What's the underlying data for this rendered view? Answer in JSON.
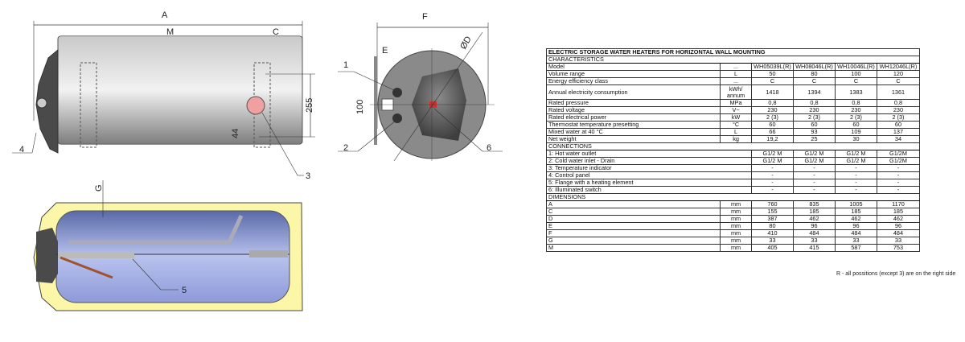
{
  "drawing": {
    "labels": {
      "A": "A",
      "M": "M",
      "C": "C",
      "dim255": "255",
      "dim44": "44",
      "F": "F",
      "E": "E",
      "D": "ØD",
      "dim100": "100",
      "G": "G",
      "p1": "1",
      "p2": "2",
      "p3": "3",
      "p4": "4",
      "p5": "5",
      "p6": "6"
    }
  },
  "table": {
    "title": "ELECTRIC STORAGE WATER HEATERS FOR HORIZONTAL WALL MOUNTING",
    "characteristics_header": "CHARACTERISTICS",
    "characteristics": [
      {
        "label": "Model",
        "unit": "...",
        "values": [
          "WH05039L(R)",
          "WH08046L(R)",
          "WH10046L(R)",
          "WH12046L(R)"
        ]
      },
      {
        "label": "Volume range",
        "unit": "L",
        "values": [
          "50",
          "80",
          "100",
          "120"
        ]
      },
      {
        "label": "Energy efficiency class",
        "unit": "...",
        "values": [
          "C",
          "C",
          "C",
          "C"
        ]
      },
      {
        "label": "Annual electricity consumption",
        "unit": "kWh/ annum",
        "values": [
          "1418",
          "1394",
          "1383",
          "1361"
        ]
      },
      {
        "label": "Rated pressure",
        "unit": "MPa",
        "values": [
          "0,8",
          "0,8",
          "0,8",
          "0,8"
        ]
      },
      {
        "label": "Rated voltage",
        "unit": "V~",
        "values": [
          "230",
          "230",
          "230",
          "230"
        ]
      },
      {
        "label": "Rated electrical power",
        "unit": "kW",
        "values": [
          "2 (3)",
          "2 (3)",
          "2 (3)",
          "2 (3)"
        ]
      },
      {
        "label": "Thermostat temperature presetting",
        "unit": "°C",
        "values": [
          "60",
          "60",
          "60",
          "60"
        ]
      },
      {
        "label": "Mixed water at 40 °C",
        "unit": "L",
        "values": [
          "66",
          "93",
          "109",
          "137"
        ]
      },
      {
        "label": "Net weight",
        "unit": "kg",
        "values": [
          "19,2",
          "25",
          "30",
          "34"
        ]
      }
    ],
    "connections_header": "CONNECTIONS",
    "connections": [
      {
        "label": "1: Hot water outlet",
        "values": [
          "G1/2 M",
          "G1/2 M",
          "G1/2 M",
          "G1/2M"
        ]
      },
      {
        "label": "2: Cold water inlet - Drain",
        "values": [
          "G1/2 M",
          "G1/2 M",
          "G1/2 M",
          "G1/2M"
        ]
      },
      {
        "label": "3: Temperature indicator",
        "values": [
          "-",
          "-",
          "-",
          "-"
        ]
      },
      {
        "label": "4: Control panel",
        "values": [
          "-",
          "-",
          "-",
          "-"
        ]
      },
      {
        "label": "5: Flange with a heating element",
        "values": [
          "-",
          "-",
          "-",
          "-"
        ]
      },
      {
        "label": "6: Illuminated switch",
        "values": [
          "-",
          "-",
          "-",
          "-"
        ]
      }
    ],
    "dimensions_header": "DIMENSIONS",
    "dimensions": [
      {
        "label": "A",
        "unit": "mm",
        "values": [
          "760",
          "835",
          "1005",
          "1170"
        ]
      },
      {
        "label": "C",
        "unit": "mm",
        "values": [
          "155",
          "185",
          "185",
          "185"
        ]
      },
      {
        "label": "D",
        "unit": "mm",
        "values": [
          "387",
          "462",
          "462",
          "462"
        ]
      },
      {
        "label": "E",
        "unit": "mm",
        "values": [
          "80",
          "96",
          "96",
          "96"
        ]
      },
      {
        "label": "F",
        "unit": "mm",
        "values": [
          "410",
          "484",
          "484",
          "484"
        ]
      },
      {
        "label": "G",
        "unit": "mm",
        "values": [
          "33",
          "33",
          "33",
          "33"
        ]
      },
      {
        "label": "M",
        "unit": "mm",
        "values": [
          "405",
          "415",
          "587",
          "753"
        ]
      }
    ],
    "note": "R - all possitions (except 3) are on the right side"
  }
}
